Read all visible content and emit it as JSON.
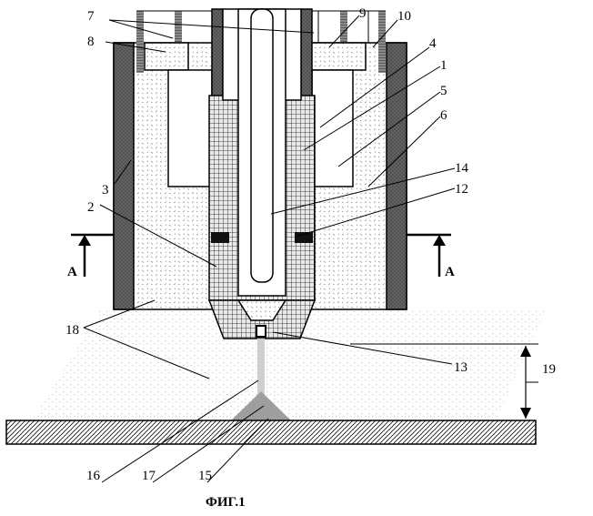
{
  "figure": {
    "caption": "ФИГ.1",
    "section_mark": "A",
    "labels": {
      "l1": "1",
      "l2": "2",
      "l3": "3",
      "l4": "4",
      "l5": "5",
      "l6": "6",
      "l7": "7",
      "l8": "8",
      "l9": "9",
      "l10": "10",
      "l12": "12",
      "l13": "13",
      "l14": "14",
      "l15": "15",
      "l16": "16",
      "l17": "17",
      "l18": "18",
      "l19": "19"
    }
  }
}
